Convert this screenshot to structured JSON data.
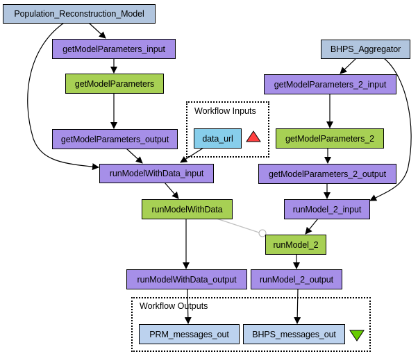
{
  "diagram": {
    "type": "workflow",
    "nodes": [
      {
        "id": "population_reconstruction_model",
        "label": "Population_Reconstruction_Model",
        "kind": "workflow"
      },
      {
        "id": "getmodelparameters_input",
        "label": "getModelParameters_input",
        "kind": "port"
      },
      {
        "id": "getmodelparameters",
        "label": "getModelParameters",
        "kind": "processor"
      },
      {
        "id": "getmodelparameters_output",
        "label": "getModelParameters_output",
        "kind": "port"
      },
      {
        "id": "data_url",
        "label": "data_url",
        "kind": "workflow-input"
      },
      {
        "id": "runmodelwithdata_input",
        "label": "runModelWithData_input",
        "kind": "port"
      },
      {
        "id": "runmodelwithdata",
        "label": "runModelWithData",
        "kind": "processor"
      },
      {
        "id": "runmodelwithdata_output",
        "label": "runModelWithData_output",
        "kind": "port"
      },
      {
        "id": "bhps_aggregator",
        "label": "BHPS_Aggregator",
        "kind": "workflow"
      },
      {
        "id": "getmodelparameters_2_input",
        "label": "getModelParameters_2_input",
        "kind": "port"
      },
      {
        "id": "getmodelparameters_2",
        "label": "getModelParameters_2",
        "kind": "processor"
      },
      {
        "id": "getmodelparameters_2_output",
        "label": "getModelParameters_2_output",
        "kind": "port"
      },
      {
        "id": "runmodel_2_input",
        "label": "runModel_2_input",
        "kind": "port"
      },
      {
        "id": "runmodel_2",
        "label": "runModel_2",
        "kind": "processor"
      },
      {
        "id": "runmodel_2_output",
        "label": "runModel_2_output",
        "kind": "port"
      },
      {
        "id": "prm_messages_out",
        "label": "PRM_messages_out",
        "kind": "workflow-output"
      },
      {
        "id": "bhps_messages_out",
        "label": "BHPS_messages_out",
        "kind": "workflow-output"
      }
    ],
    "groups": {
      "inputs": {
        "label": "Workflow Inputs",
        "icon": "triangle-up-icon"
      },
      "outputs": {
        "label": "Workflow Outputs",
        "icon": "triangle-down-icon"
      }
    },
    "edges": [
      {
        "from": "population_reconstruction_model",
        "to": "getmodelparameters_input",
        "style": "arrow"
      },
      {
        "from": "population_reconstruction_model",
        "to": "runmodelwithdata_input",
        "style": "arrow"
      },
      {
        "from": "getmodelparameters_input",
        "to": "getmodelparameters",
        "style": "arrow"
      },
      {
        "from": "getmodelparameters",
        "to": "getmodelparameters_output",
        "style": "arrow"
      },
      {
        "from": "getmodelparameters_output",
        "to": "runmodelwithdata_input",
        "style": "arrow"
      },
      {
        "from": "data_url",
        "to": "runmodelwithdata_input",
        "style": "arrow"
      },
      {
        "from": "runmodelwithdata_input",
        "to": "runmodelwithdata",
        "style": "arrow"
      },
      {
        "from": "runmodelwithdata",
        "to": "runmodelwithdata_output",
        "style": "arrow"
      },
      {
        "from": "runmodelwithdata",
        "to": "runmodel_2",
        "style": "control"
      },
      {
        "from": "runmodelwithdata_output",
        "to": "prm_messages_out",
        "style": "arrow"
      },
      {
        "from": "bhps_aggregator",
        "to": "getmodelparameters_2_input",
        "style": "arrow"
      },
      {
        "from": "bhps_aggregator",
        "to": "runmodel_2_input",
        "style": "arrow"
      },
      {
        "from": "getmodelparameters_2_input",
        "to": "getmodelparameters_2",
        "style": "arrow"
      },
      {
        "from": "getmodelparameters_2",
        "to": "getmodelparameters_2_output",
        "style": "arrow"
      },
      {
        "from": "getmodelparameters_2_output",
        "to": "runmodel_2_input",
        "style": "arrow"
      },
      {
        "from": "runmodel_2_input",
        "to": "runmodel_2",
        "style": "arrow"
      },
      {
        "from": "runmodel_2",
        "to": "runmodel_2_output",
        "style": "arrow"
      },
      {
        "from": "runmodel_2_output",
        "to": "bhps_messages_out",
        "style": "arrow"
      }
    ]
  },
  "colors": {
    "processor": "#a7d054",
    "port": "#a68fe8",
    "workflow": "#b1c5de",
    "workflow_input": "#87ceeb",
    "workflow_output": "#bcd2ee",
    "input_marker": "#ff4040",
    "output_marker": "#66cc00",
    "control_link": "#c0c0c0"
  }
}
